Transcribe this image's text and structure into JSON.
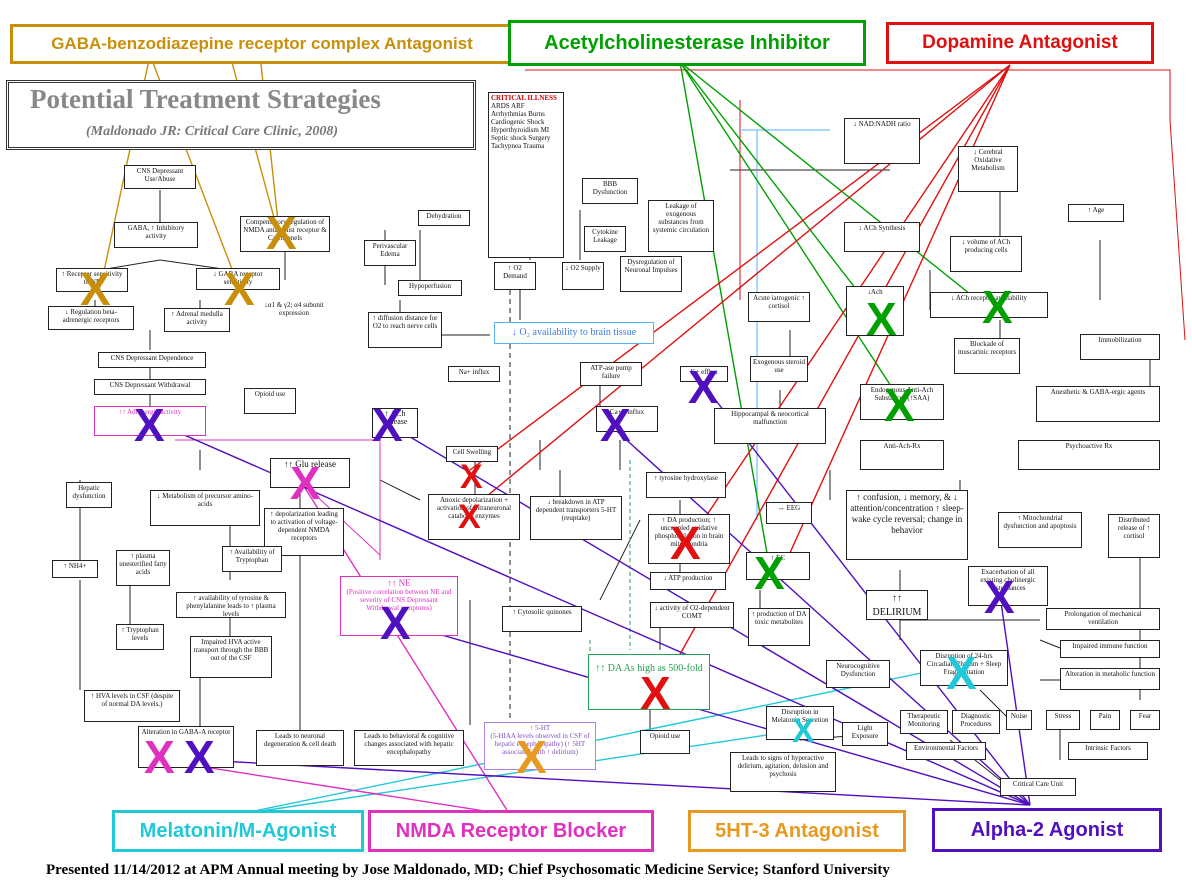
{
  "title": "Potential Treatment Strategies",
  "subtitle": "(Maldonado JR: Critical Care Clinic, 2008)",
  "footer": "Presented 11/14/2012 at APM Annual meeting by Jose Maldonado, MD; Chief Psychosomatic Medicine Service; Stanford University",
  "colors": {
    "gaba": "#c8900a",
    "ache": "#00a000",
    "dopamine": "#e01010",
    "melatonin": "#20c8d8",
    "nmda": "#e030c0",
    "ht3": "#e89a20",
    "alpha2": "#5010c0"
  },
  "legends": {
    "gaba": "GABA-benzodiazepine receptor complex Antagonist",
    "ache": "Acetylcholinesterase Inhibitor",
    "dopamine": "Dopamine Antagonist",
    "melatonin": "Melatonin/M-Agonist",
    "nmda": "NMDA Receptor Blocker",
    "ht3": "5HT-3 Antagonist",
    "alpha2": "Alpha-2 Agonist"
  },
  "mark_glyph": "X",
  "nodes": {
    "critical_title": "CRITICAL ILLNESS",
    "critical_list": "ARDS ARF Arrhythmias Burns Cardiogenic Shock Hyperthyroidism MI Septic shock Surgery Tachypnea Trauma",
    "cns_dep_use": "CNS Depressant Use/Abuse",
    "gaba_inhib": "GABAₐ ↑ Inhibitory activity",
    "compensatory": "Compensatory regulation of NMDA antagonist receptor & Ca channels",
    "receptor_sens": "↑ Receptor sensitivity to NE",
    "gaba_receptor": "↓ GABA receptor sensitivity",
    "reg_beta": "↓ Regulation beta-adrenergic receptors",
    "adrenal": "↑ Adrenal medulla activity",
    "subunit": "↓α1 & γ2; α4 subunit expression",
    "cns_dependence": "CNS Depressant Dependence",
    "cns_withdrawal": "CNS Depressant Withdrawal",
    "adrenergic": "↑↑ Adrenergic activity",
    "dehydration": "Dehydration",
    "perivascular": "Perivascular Edema",
    "hypoperfusion": "Hypoperfusion",
    "diffusion": "↑ diffusion distance for O2 to reach nerve cells",
    "o2_demand": "↑ O2 Demand",
    "o2_supply": "↓ O2 Supply",
    "bbb": "BBB Dysfunction",
    "cytokine": "Cytokine Leakage",
    "exogenous_sub": "Leakage of exogenous substances from systemic circulation",
    "dysregulation": "Dysregulation of Neuronal Impulses",
    "o2_availability": "↓ O₂ availability to brain tissue",
    "na_influx": "Na+ influx",
    "atp_pump": "ATP-ase pump failure",
    "k_efflux": "K+ efflux",
    "ca_influx": "Ca++ influx",
    "cell_swelling": "Cell Swelling",
    "anoxic": "Anoxic depolarization + activation of intraneuronal catabolic enzymes",
    "breakdown_atp": "↓ breakdown in ATP dependent transporters 5-HT (reuptake)",
    "tyrosine": "↑ tyrosine hydroxylase",
    "da_production": "↑ DA production; ↑ uncoupled oxidative phosphorylation in brain mitochondria",
    "atp_production": "↓ ATP production",
    "comt": "↓ activity of O2-dependent COMT",
    "da_toxic": "↑ production of DA toxic metabolites",
    "cytosolic": "↑ Cytosolic quinones",
    "opioid_use_top": "Opioid use",
    "hepatic": "Hepatic dysfunction",
    "metabolism_prec": "↓ Metabolism of precursor amino-acids",
    "glu_release": "↑↑ Glu release",
    "depolarization": "↑ depolarization leading to activation of voltage-dependent NMDA receptors",
    "nh4": "↑ NH4+",
    "plasma_fa": "↑ plasma unesterified fatty acids",
    "tryptophan_avail": "↑ Availability of Tryptophan",
    "tyrosine_avail": "↑ availability of tyrosine & phenylalanine leads to ↑ plasma levels",
    "tryptophan_levels": "↑ Tryptophan levels",
    "impaired_hva": "Impaired HVA active transport through the BBB out of the CSF",
    "hva_csf": "↑ HVA levels in CSF (despite of normal DA levels.)",
    "ne_box": "↑↑ NE",
    "ne_detail": "(Positive correlation between NE and severity of CNS Depressant Withdrawal symptoms)",
    "da_high": "↑↑ DA As high as 500-fold",
    "opioid_use_bottom": "Opioid use",
    "ht5": "↑ 5-HT",
    "ht5_detail": "(5-HIAA levels observed in CSF of hepatic encephalopathy) (↑ 5HT associated with ↑ delirium)",
    "gaba_ach_receptor": "Alteration in GABA-A receptor",
    "neuronal_degen": "Leads to neuronal degeneration & cell death",
    "behavioral": "Leads to behavioral & cognitive changes associated with hepatic encephalopathy",
    "hyperactive": "Leads to signs of hyperactive delirium, agitation, delusion and psychosis",
    "nad": "↓ NAD:NADH ratio",
    "cerebral": "↓ Cerebral Oxidative Metabolism",
    "age": "↑ Age",
    "ach_synthesis": "↓ ACh Synthesis",
    "ach_volume": "↓ volume of ACh producing cells",
    "ach": "↓Ach",
    "ach_receptor": "↓ ACh receptor availability",
    "acute_cortisol": "Acute iatrogenic ↑ cortisol",
    "exogenous_steroid": "Exogenous steroid use",
    "blockade": "Blockade of muscarinic receptors",
    "immobilization": "Immobilization",
    "anesthetic": "Anesthetic & GABA-ergic agents",
    "endogenous": "Endogenous Anti-Ach Substances (↑SAA)",
    "anti_ach_rx": "Anti-Ach-Rx",
    "psychoactive": "Psychoactive Rx",
    "hippocampal": "Hippocampal & neocortical malfunction",
    "eeg": "↔ EEG",
    "confusion": "↑ confusion, ↓ memory, & ↓ attention/concentration ↑ sleep-wake cycle reversal; change in behavior",
    "mitochondrial": "↑ Mitochondrial dysfunction and apoptosis",
    "distributed": "Distributed release of ↑ cortisol",
    "ec": "↑ EC",
    "exacerbation": "Exacerbation of all existing cholinergic disturbances",
    "delirium": "↑↑ DELIRIUM",
    "prolongation": "Prolongation of mechanical ventilation",
    "impaired_immune": "Impaired immune function",
    "alteration_metab": "Alteration in metabolic function",
    "neurocognitive": "Neurocognitive Dysfunction",
    "disruption_24": "Disruption of 24-hrs Circadian Rhythm + Sleep Fragmentation",
    "disruption_mel": "Disruption in Melatonin Secretion",
    "light": "Light Exposure",
    "therapeutic": "Therapeutic Monitoring",
    "diagnostic": "Diagnostic Procedures",
    "noise": "Noise",
    "stress": "Stress",
    "pain": "Pain",
    "fear": "Fear",
    "environmental": "Environmental Factors",
    "intrinsic": "Intrinsic Factors",
    "critical_care": "Critical Care Unit"
  }
}
